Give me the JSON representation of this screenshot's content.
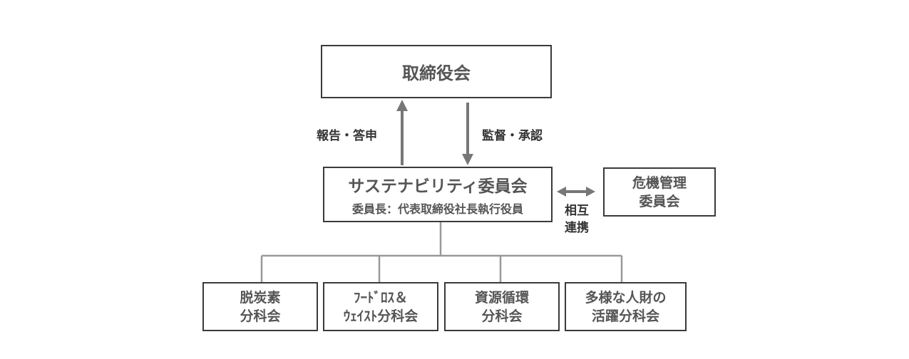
{
  "board": {
    "name": "取締役会"
  },
  "arrows": {
    "report_label": "報告・答申",
    "supervise_label": "監督・承認",
    "mutual_line1": "相互",
    "mutual_line2": "連携"
  },
  "sustainability_committee": {
    "name": "サステナビリティ委員会",
    "chair": "委員長：代表取締役社長執行役員"
  },
  "risk_committee": {
    "line1": "危機管理",
    "line2": "委員会"
  },
  "subcommittees": [
    {
      "line1": "脱炭素",
      "line2": "分科会"
    },
    {
      "line1": "ﾌｰﾄﾞﾛｽ＆",
      "line2": "ｳｪｲｽﾄ分科会"
    },
    {
      "line1": "資源循環",
      "line2": "分科会"
    },
    {
      "line1": "多様な人財の",
      "line2": "活躍分科会"
    }
  ],
  "colors": {
    "border": "#3a3a3a",
    "text": "#555555",
    "label": "#333333",
    "arrow": "#777777",
    "connector": "#999999"
  }
}
